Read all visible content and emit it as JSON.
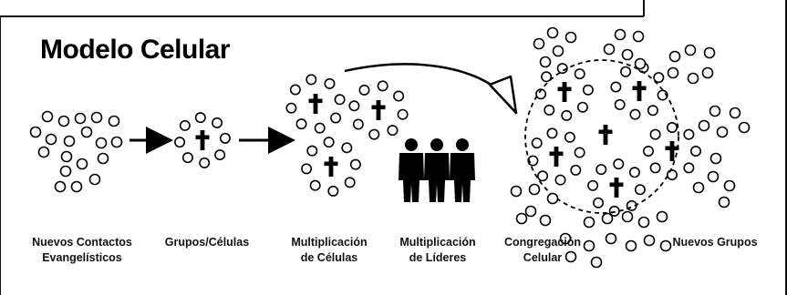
{
  "title": "Modelo Celular",
  "stages": [
    {
      "line1": "Nuevos Contactos",
      "line2": "Evangelísticos"
    },
    {
      "line1": "Grupos/Células",
      "line2": ""
    },
    {
      "line1": "Multiplicación",
      "line2": "de Células"
    },
    {
      "line1": "Multiplicación",
      "line2": "de Líderes"
    },
    {
      "line1": "Congregación",
      "line2": "Celular"
    },
    {
      "line1": "Nuevos Grupos",
      "line2": ""
    }
  ]
}
